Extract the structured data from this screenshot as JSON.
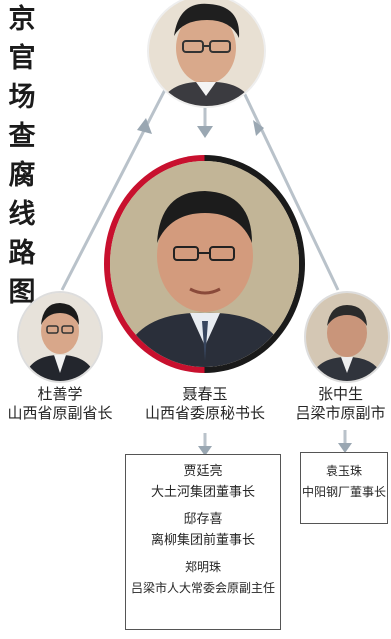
{
  "title": "京官场查腐线路图",
  "root": {
    "icon": "portrait-glasses-man"
  },
  "center": {
    "name": "聂春玉",
    "title": "山西省委原秘书长",
    "icon": "portrait-large-man",
    "ring_colors": [
      "#c8102e",
      "#1a1a1a"
    ]
  },
  "left": {
    "name": "杜善学",
    "title": "山西省原副省长",
    "icon": "portrait-suit-man"
  },
  "right": {
    "name": "张中生",
    "title": "吕梁市原副市",
    "icon": "portrait-older-man"
  },
  "center_links": [
    {
      "name": "贾廷亮",
      "title": "大土河集团董事长"
    },
    {
      "name": "邸存喜",
      "title": "离柳集团前董事长"
    },
    {
      "name": "郑明珠",
      "title": "吕梁市人大常委会原副主任"
    }
  ],
  "right_links": [
    {
      "name": "袁玉珠",
      "title": "中阳钢厂董事长"
    }
  ],
  "colors": {
    "arrow": "#9aa7b2",
    "box_border": "#555555"
  }
}
